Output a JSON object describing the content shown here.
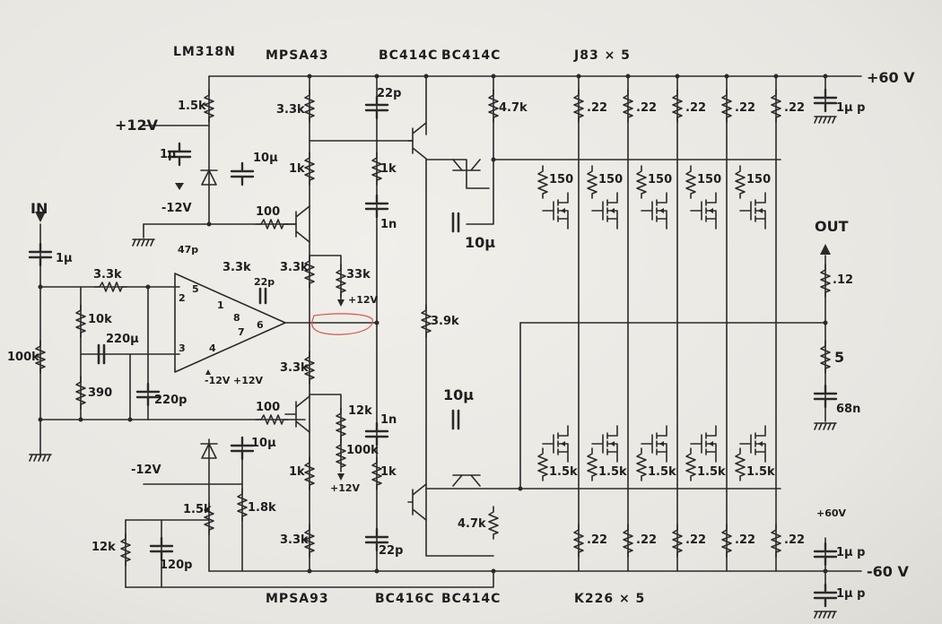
{
  "headers": {
    "opamp": "LM318N",
    "q_top": "MPSA43",
    "q_drv_top1": "BC414C",
    "q_drv_top2": "BC414C",
    "fets_top": "J83 × 5",
    "q_bot": "MPSA93",
    "q_drv_bot1": "BC416C",
    "q_drv_bot2": "BC414C",
    "fets_bot": "K226 × 5"
  },
  "rails": {
    "pos60": "+60 V",
    "neg60": "-60 V",
    "pos12": "+12V",
    "neg12": "-12V",
    "neg12b": "-12V",
    "in": "IN",
    "out": "OUT",
    "opamp_vm": "-12V",
    "opamp_vp": "+12V",
    "r33k_supply": "+12V",
    "pot_supply": "+12V",
    "plus60_small": "+60V"
  },
  "components": {
    "c_in": "1µ",
    "r_in_100k": "100k",
    "r_fb_33k": "3.3k",
    "r_10k": "10k",
    "r_390": "390",
    "c_220u": "220µ",
    "c_220p": "220p",
    "r_15k_top": "1.5k",
    "c_1u_top": "1µ",
    "c_10u_top": "10µ",
    "neg12_cap": "-12V",
    "r_100_top": "100",
    "c_47p": "47p",
    "r_33k_opamp": "3.3k",
    "c_22p_opamp": "22p",
    "r_33k_q1": "3.3k",
    "r_1k_q1": "1k",
    "r_33k_q1e": "3.3k",
    "r_33k_b": "33k",
    "c_22p_top": "22p",
    "r_1k_mid": "1k",
    "c_1n_top": "1n",
    "r_47k_top": "4.7k",
    "c_10u_drv": "10µ",
    "r_39k": "3.9k",
    "r_33k_q2e": "3.3k",
    "r_100_bot": "100",
    "c_10u_bot": "10µ",
    "r_15k_bot": "1.5k",
    "r_18k_bot": "1.8k",
    "r_12k_bot": "12k",
    "c_120p": "120p",
    "r_1k_q2": "1k",
    "r_33k_q2": "3.3k",
    "r_12k_pot": "12k",
    "r_100k_pot": "100k",
    "c_1n_bot": "1n",
    "r_1k_mid_bot": "1k",
    "c_22p_bot": "22p",
    "c_10u_drv_bot": "10µ",
    "r_47k_bot": "4.7k",
    "r_out_012": ".12",
    "r_zobel": "5",
    "c_zobel": "68n",
    "c_rail_top": "1µ p",
    "c_rail_bot": "1µ p",
    "c_rail_bot2": "1µ p",
    "gate_top": "150",
    "gate_bot": "1.5k",
    "src_top": ".22",
    "src_bot": ".22"
  },
  "pins": [
    "2",
    "3",
    "5",
    "1",
    "8",
    "6",
    "4",
    "7"
  ]
}
